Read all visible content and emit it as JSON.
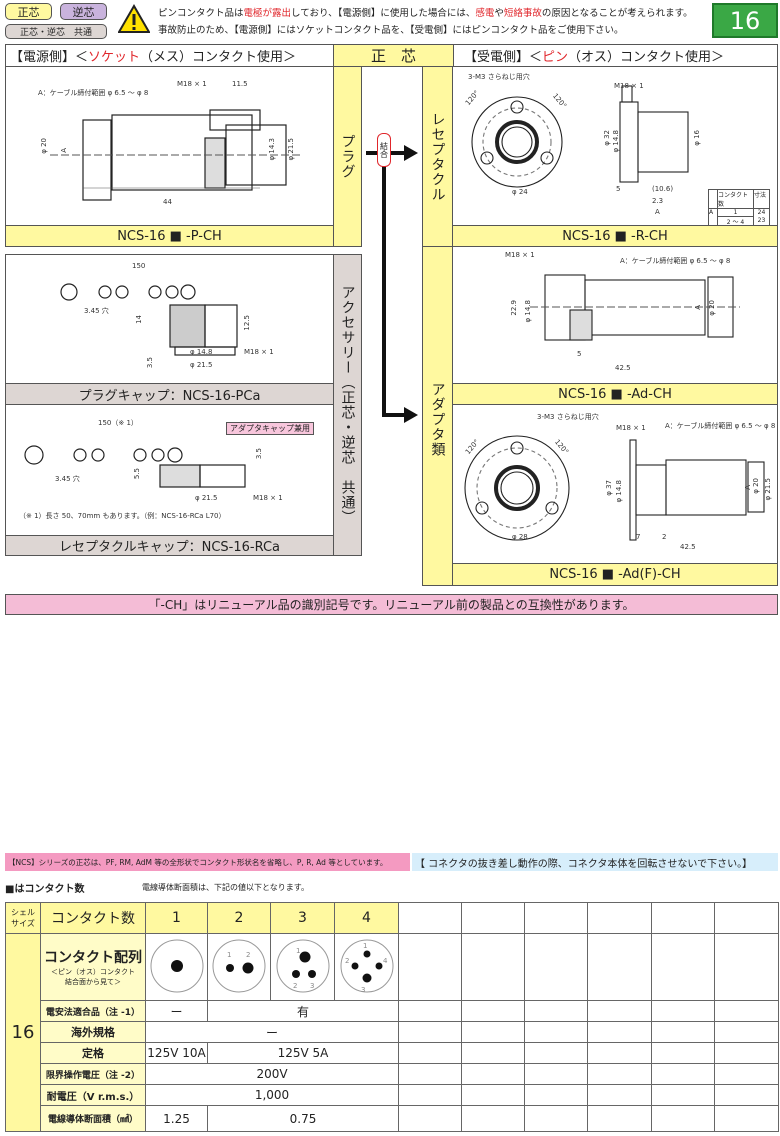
{
  "header": {
    "badges": {
      "seishin": "正芯",
      "gyakushin": "逆芯",
      "common": "正芯・逆芯　共通"
    },
    "warning": {
      "line1_a": "ピンコンタクト品は",
      "line1_b": "電極が露出",
      "line1_c": "しており、【電源側】に使用した場合には、",
      "line1_d": "感電",
      "line1_e": "や",
      "line1_f": "短絡事故",
      "line1_g": "の原因となることが考えられます。",
      "line2": "事故防止のため、【電源側】にはソケットコンタクト品を、【受電側】にはピンコンタクト品をご使用下さい。"
    },
    "page_number": "16",
    "colors": {
      "seishin": "#fff9a0",
      "gyakushin": "#c9b3dd",
      "common": "#ddd6d3",
      "page_box": "#3aa845",
      "warning_red": "#e0262b"
    }
  },
  "sections": {
    "left_a": "【電源側】＜",
    "left_b": "ソケット",
    "left_c": "（メス）コンタクト使用＞",
    "center": "正　芯",
    "right_a": "【受電側】＜",
    "right_b": "ピン",
    "right_c": "（オス）コンタクト使用＞"
  },
  "column_labels": {
    "plug": "プラグ",
    "receptacle": "レセプタクル",
    "adapter": "アダプタ類",
    "accessory": "アクセサリー（正芯・逆芯　共通）",
    "mate": "結合"
  },
  "panels": {
    "plug": {
      "model": "NCS-16 ■ -P-CH",
      "cable_range": "A：ケーブル締付範囲 φ 6.5 〜 φ 8",
      "thread": "M18 × 1",
      "dims": [
        "11.5",
        "φ 20",
        "A",
        "φ 14.3",
        "φ 21.5",
        "44"
      ]
    },
    "receptacle": {
      "model": "NCS-16 ■ -R-CH",
      "screw": "3-M3 さらねじ用穴",
      "angle": "120°",
      "thread": "M18 × 1",
      "dims": [
        "φ 24",
        "φ 32",
        "φ 14.8",
        "φ 16",
        "5",
        "(10.6)",
        "2.3",
        "A"
      ],
      "table": {
        "headers": [
          "コンタクト数",
          "寸法"
        ],
        "label": "A",
        "rows": [
          [
            "1",
            "24"
          ],
          [
            "2 〜 4",
            "23"
          ]
        ]
      }
    },
    "adapter": {
      "model": "NCS-16 ■ -Ad-CH",
      "thread": "M18 × 1",
      "cable_range": "A：ケーブル締付範囲 φ 6.5 〜 φ 8",
      "dims": [
        "22.9",
        "φ 14.8",
        "A",
        "φ 20",
        "5",
        "42.5"
      ]
    },
    "adapter_f": {
      "model": "NCS-16 ■ -Ad(F)-CH",
      "screw": "3-M3 さらねじ用穴",
      "angle": "120°",
      "thread": "M18 × 1",
      "cable_range": "A：ケーブル締付範囲 φ 6.5 〜 φ 8",
      "dims": [
        "φ 28",
        "φ 37",
        "φ 14.8",
        "A",
        "φ 20",
        "φ 21.5",
        "7",
        "2",
        "42.5"
      ]
    },
    "plug_cap": {
      "model": "プラグキャップ：NCS-16-PCa",
      "dims": [
        "150",
        "3.45 穴",
        "14",
        "12.5",
        "3.5",
        "φ 14.8",
        "φ 21.5",
        "M18 × 1"
      ]
    },
    "receptacle_cap": {
      "model": "レセプタクルキャップ：NCS-16-RCa",
      "tag": "アダプタキャップ兼用",
      "note": "（※ 1）長さ 50、70mm もあります。（例：NCS-16-RCa L70）",
      "dims": [
        "150（※ 1）",
        "3.45 穴",
        "5.5",
        "3.5",
        "φ 21.5",
        "M18 × 1"
      ]
    }
  },
  "notice": "「-CH」はリニューアル品の識別記号です。リニューアル前の製品との互換性があります。",
  "notes": {
    "pink": "【NCS】シリーズの正芯は、PF, RM, AdM 等の全形状でコンタクト形状名を省略し、P, R, Ad 等としています。",
    "blue": "【 コネクタの抜き差し動作の際、コネクタ本体を回転させないで下さい。】",
    "contact_count": "■はコンタクト数",
    "wire": "電線導体断面積は、下記の値以下となります。"
  },
  "spec_table": {
    "shell_header": "シェル サイズ",
    "count_header": "コンタクト数",
    "counts": [
      "1",
      "2",
      "3",
      "4"
    ],
    "shell_size": "16",
    "array_label": "コンタクト配列",
    "array_sub1": "＜ピン（オス）コンタクト",
    "array_sub2": "結合面から見て＞",
    "pin_numbers": {
      "two": [
        "1",
        "2"
      ],
      "three": [
        "1",
        "2",
        "3"
      ],
      "four": [
        "1",
        "2",
        "3",
        "4"
      ]
    },
    "rows": [
      {
        "label": "電安法適合品（注 -1）",
        "c1": "ー",
        "rest": "有"
      },
      {
        "label": "海外規格",
        "all": "ー"
      },
      {
        "label": "定格",
        "c1": "125V 10A",
        "rest": "125V 5A"
      },
      {
        "label": "限界操作電圧（注 -2）",
        "all": "200V"
      },
      {
        "label": "耐電圧（V r.m.s.）",
        "all": "1,000"
      },
      {
        "label": "電線導体断面積（㎟）",
        "c1": "1.25",
        "rest": "0.75"
      }
    ]
  }
}
